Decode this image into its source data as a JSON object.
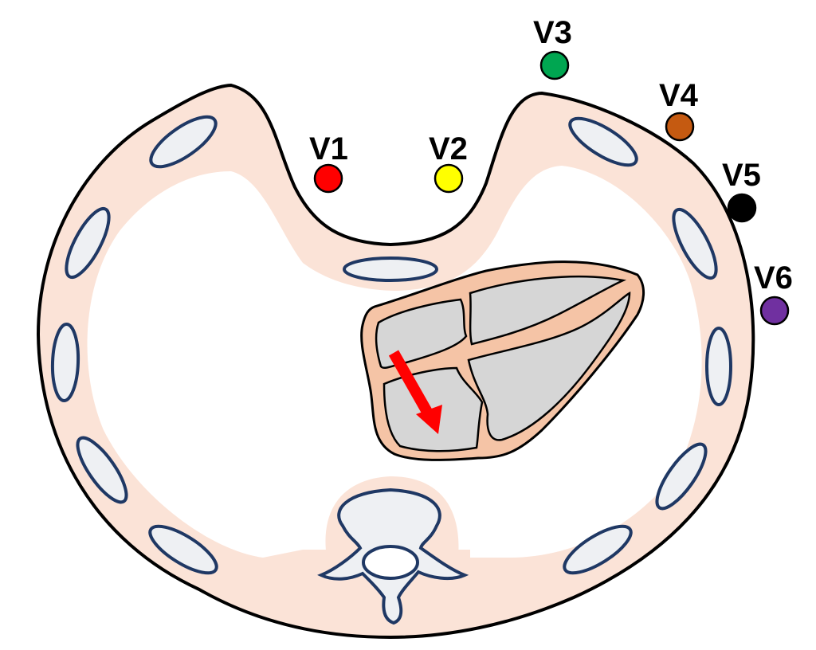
{
  "colors": {
    "tissue": "#fbe3d7",
    "outline": "#000000",
    "rib_fill": "#eef0f3",
    "rib_stroke": "#1f3864",
    "heart_wall": "#f5c4a6",
    "heart_chamber": "#d6d6d6",
    "arrow": "#ff0000"
  },
  "leads": [
    {
      "label": "V1",
      "color": "#ff0000"
    },
    {
      "label": "V2",
      "color": "#ffff00"
    },
    {
      "label": "V3",
      "color": "#00a651"
    },
    {
      "label": "V4",
      "color": "#c55a11"
    },
    {
      "label": "V5",
      "color": "#000000"
    },
    {
      "label": "V6",
      "color": "#7030a0"
    }
  ],
  "icons": {
    "arrow": "red-vector-arrow-icon"
  }
}
